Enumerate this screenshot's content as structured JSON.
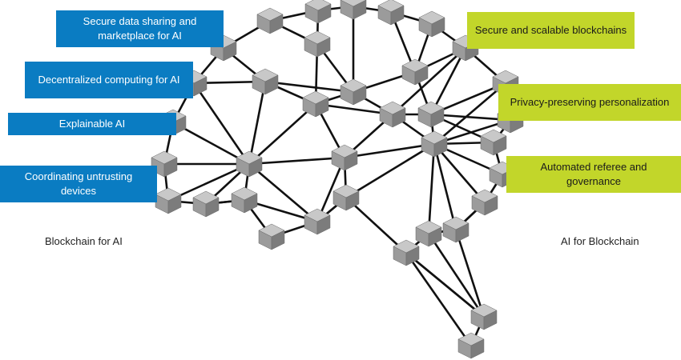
{
  "left_labels": [
    "Secure data sharing and marketplace for AI",
    "Decentralized computing for AI",
    "Explainable AI",
    "Coordinating untrusting devices"
  ],
  "right_labels": [
    "Secure and scalable blockchains",
    "Privacy-preserving personalization",
    "Automated referee and governance"
  ],
  "captions": {
    "left": "Blockchain for AI",
    "right": "AI for Blockchain"
  },
  "colors": {
    "left_box": "#0a7cc2",
    "right_box": "#c2d62a",
    "node": "#9b9b9b",
    "edge": "#111111"
  }
}
